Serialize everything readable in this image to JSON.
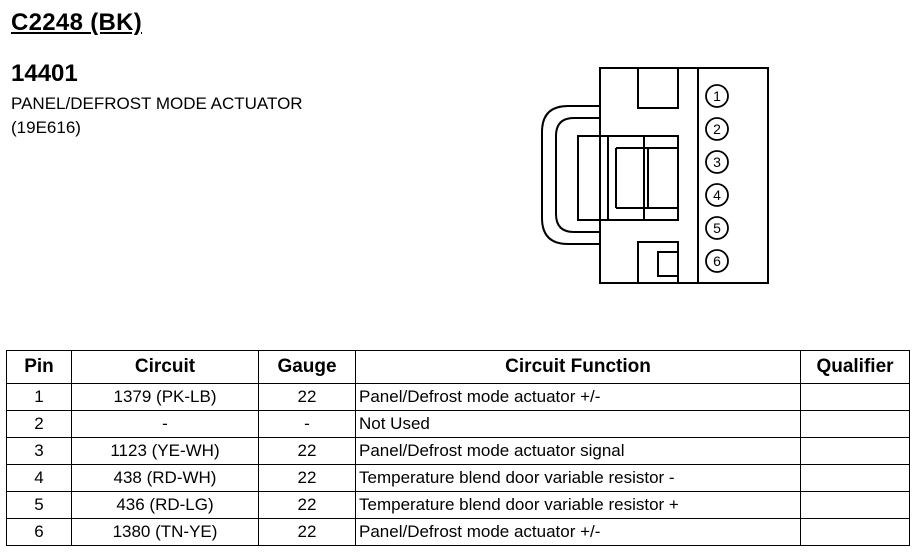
{
  "connector": {
    "id": "C2248 (BK)",
    "part_number": "14401",
    "name": "PANEL/DEFROST MODE ACTUATOR",
    "code": "(19E616)"
  },
  "pin_labels": [
    "1",
    "2",
    "3",
    "4",
    "5",
    "6"
  ],
  "table": {
    "headers": {
      "pin": "Pin",
      "circuit": "Circuit",
      "gauge": "Gauge",
      "function": "Circuit Function",
      "qualifier": "Qualifier"
    },
    "rows": [
      {
        "pin": "1",
        "circuit": "1379 (PK-LB)",
        "gauge": "22",
        "function": "Panel/Defrost mode actuator +/-",
        "qualifier": ""
      },
      {
        "pin": "2",
        "circuit": "-",
        "gauge": "-",
        "function": "Not Used",
        "qualifier": ""
      },
      {
        "pin": "3",
        "circuit": "1123 (YE-WH)",
        "gauge": "22",
        "function": "Panel/Defrost mode actuator signal",
        "qualifier": ""
      },
      {
        "pin": "4",
        "circuit": "438 (RD-WH)",
        "gauge": "22",
        "function": "Temperature blend door variable resistor -",
        "qualifier": ""
      },
      {
        "pin": "5",
        "circuit": "436 (RD-LG)",
        "gauge": "22",
        "function": "Temperature blend door variable resistor +",
        "qualifier": ""
      },
      {
        "pin": "6",
        "circuit": "1380 (TN-YE)",
        "gauge": "22",
        "function": "Panel/Defrost mode actuator +/-",
        "qualifier": ""
      }
    ]
  }
}
